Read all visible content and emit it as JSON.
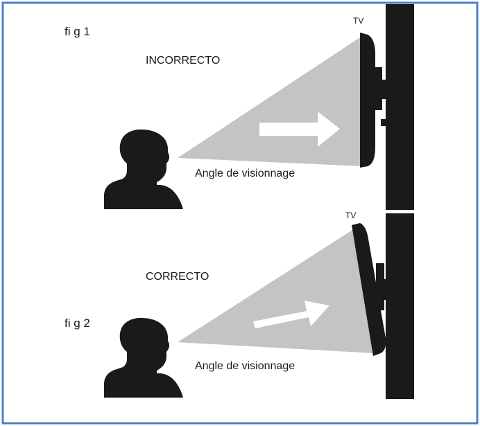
{
  "figure1": {
    "label": "fi g 1",
    "verdict": "INCORRECTO",
    "tv_label": "TV",
    "angle_label": "Angle de visionnage"
  },
  "figure2": {
    "label": "fi g 2",
    "verdict": "CORRECTO",
    "tv_label": "TV",
    "angle_label": "Angle de visionnage"
  },
  "colors": {
    "frame_border": "#4a7fc1",
    "wall": "#1a1a1a",
    "silhouette": "#1a1a1a",
    "viewing_cone": "#c4c4c4",
    "arrow": "#ffffff",
    "tv": "#1a1a1a"
  }
}
